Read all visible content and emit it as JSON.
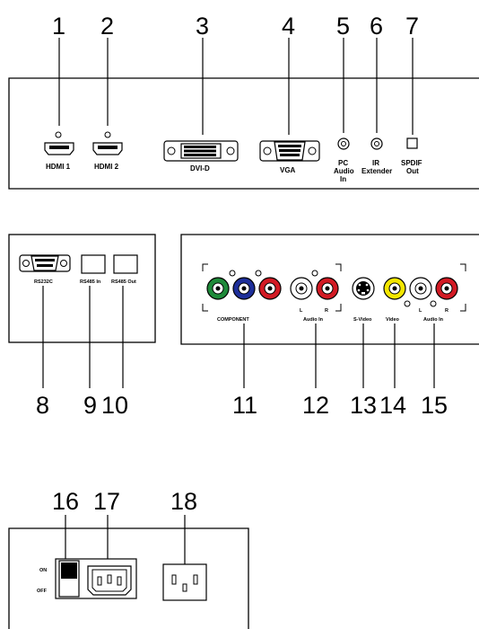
{
  "callouts": [
    "1",
    "2",
    "3",
    "4",
    "5",
    "6",
    "7",
    "8",
    "9",
    "10",
    "11",
    "12",
    "13",
    "14",
    "15",
    "16",
    "17",
    "18"
  ],
  "top_panel": {
    "hdmi1": "HDMI 1",
    "hdmi2": "HDMI 2",
    "dvi": "DVI-D",
    "vga": "VGA",
    "pc_audio": [
      "PC",
      "Audio",
      "In"
    ],
    "ir": [
      "IR",
      "Extender"
    ],
    "spdif": [
      "SPDIF",
      "Out"
    ]
  },
  "left_panel": {
    "rs232": "RS232C",
    "rs485_in": "RS485 In",
    "rs485_out": "RS485 Out"
  },
  "av_panel": {
    "component": "COMPONENT",
    "audio_in_1": "Audio In",
    "l1": "L",
    "r1": "R",
    "svideo": "S-Video",
    "video": "Video",
    "audio_in_2": "Audio In",
    "l2": "L",
    "r2": "R"
  },
  "power_panel": {
    "on": "ON",
    "off": "OFF"
  },
  "colors": {
    "green": "#1f8a3a",
    "blue": "#1e2f9a",
    "red": "#d21a24",
    "yellow": "#f3e600",
    "white": "#ffffff"
  }
}
